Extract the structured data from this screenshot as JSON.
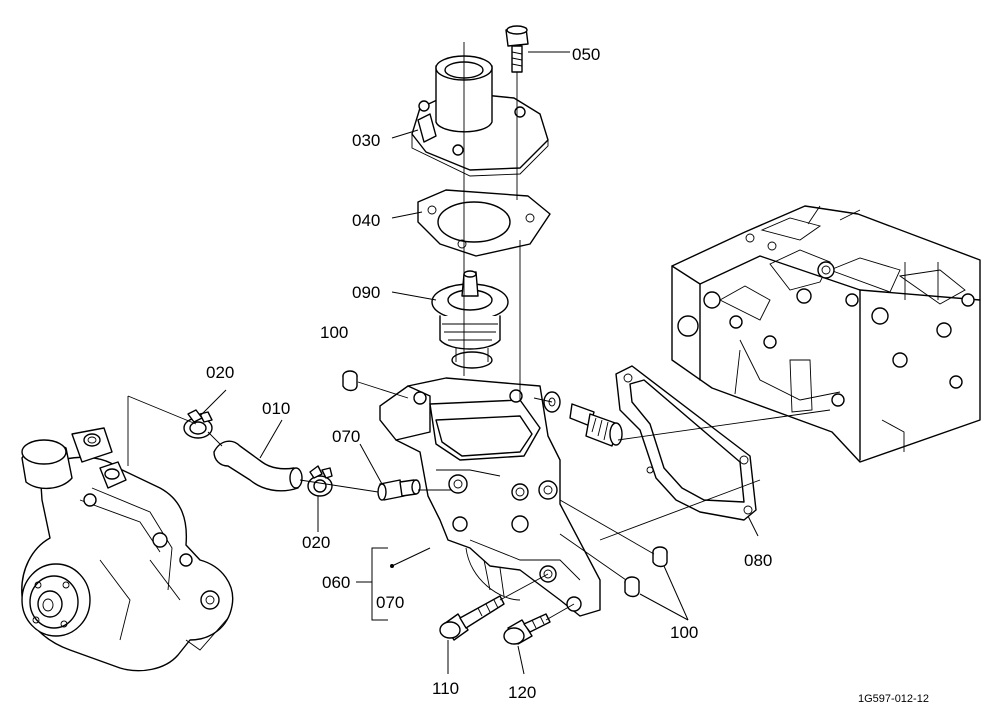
{
  "labels": {
    "p050": "050",
    "p030": "030",
    "p040": "040",
    "p090": "090",
    "p100a": "100",
    "p020a": "020",
    "p010": "010",
    "p070a": "070",
    "p020b": "020",
    "p060": "060",
    "p070b": "070",
    "p080": "080",
    "p100b": "100",
    "p110": "110",
    "p120": "120"
  },
  "reference": "1G597-012-12"
}
